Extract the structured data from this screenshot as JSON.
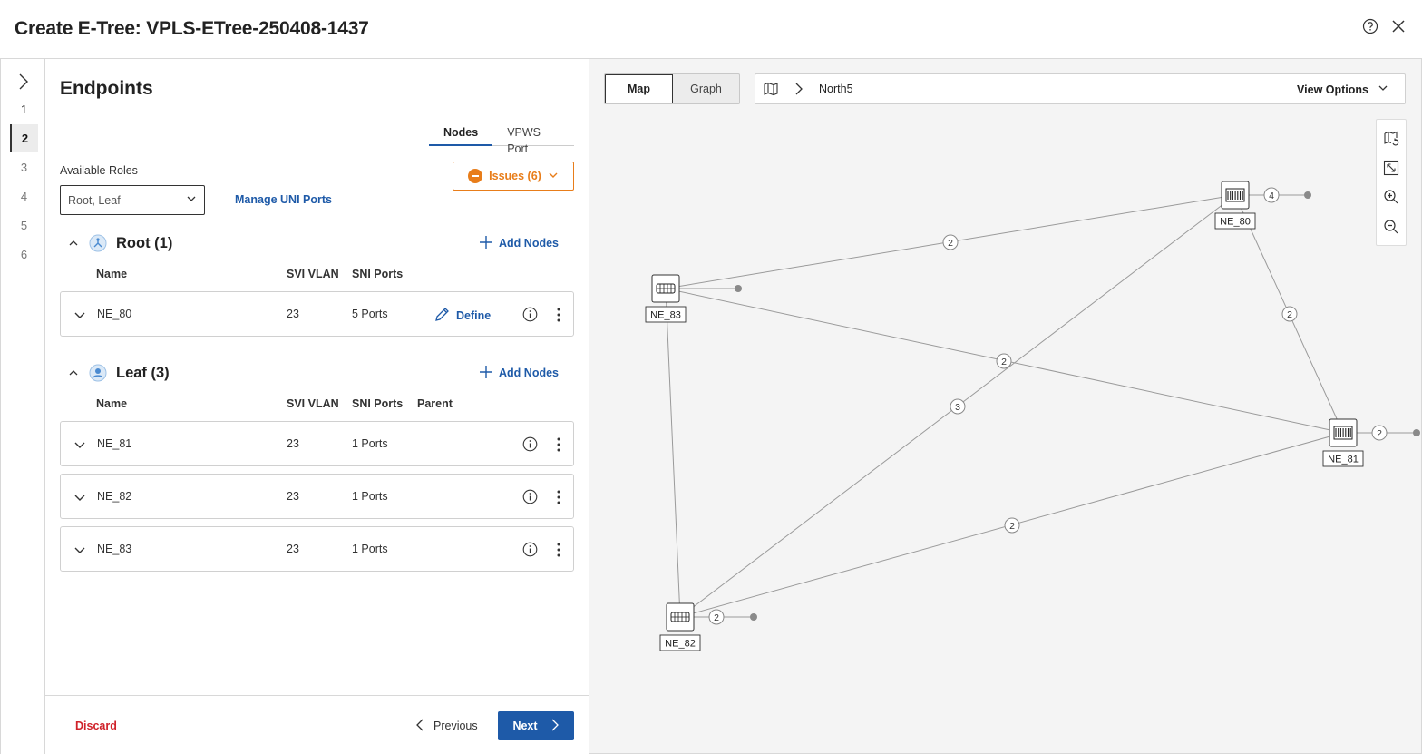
{
  "window": {
    "title": "Create E-Tree: VPLS-ETree-250408-1437"
  },
  "stepper": {
    "steps": [
      "1",
      "2",
      "3",
      "4",
      "5",
      "6"
    ],
    "active": "2"
  },
  "endpoints": {
    "heading": "Endpoints",
    "tabs": [
      {
        "label": "Nodes",
        "active": true
      },
      {
        "label": "VPWS Port",
        "active": false
      }
    ],
    "available_roles_label": "Available Roles",
    "available_roles_value": "Root, Leaf",
    "manage_uni_ports": "Manage UNI Ports",
    "issues_label": "Issues (6)",
    "root": {
      "title": "Root (1)",
      "add_nodes": "Add Nodes",
      "columns": {
        "name": "Name",
        "svi_vlan": "SVI VLAN",
        "sni_ports": "SNI Ports"
      },
      "rows": [
        {
          "name": "NE_80",
          "svi_vlan": "23",
          "sni_ports": "5 Ports",
          "define": "Define"
        }
      ]
    },
    "leaf": {
      "title": "Leaf (3)",
      "add_nodes": "Add Nodes",
      "columns": {
        "name": "Name",
        "svi_vlan": "SVI VLAN",
        "sni_ports": "SNI Ports",
        "parent": "Parent"
      },
      "rows": [
        {
          "name": "NE_81",
          "svi_vlan": "23",
          "sni_ports": "1 Ports"
        },
        {
          "name": "NE_82",
          "svi_vlan": "23",
          "sni_ports": "1 Ports"
        },
        {
          "name": "NE_83",
          "svi_vlan": "23",
          "sni_ports": "1 Ports"
        }
      ]
    }
  },
  "footer": {
    "discard": "Discard",
    "previous": "Previous",
    "next": "Next"
  },
  "map": {
    "view_toggle": [
      {
        "label": "Map",
        "active": true
      },
      {
        "label": "Graph",
        "active": false
      }
    ],
    "breadcrumb": "North5",
    "view_options": "View Options",
    "nodes": [
      {
        "id": "NE_80",
        "label": "NE_80",
        "kind": "chassis"
      },
      {
        "id": "NE_81",
        "label": "NE_81",
        "kind": "chassis"
      },
      {
        "id": "NE_82",
        "label": "NE_82",
        "kind": "compact"
      },
      {
        "id": "NE_83",
        "label": "NE_83",
        "kind": "compact"
      }
    ],
    "links": [
      {
        "from": "NE_83",
        "to": "NE_80",
        "count": "2"
      },
      {
        "from": "NE_83",
        "to": "NE_81",
        "count": "2"
      },
      {
        "from": "NE_80",
        "to": "NE_81",
        "count": "2"
      },
      {
        "from": "NE_82",
        "to": "NE_80",
        "count": "3"
      },
      {
        "from": "NE_82",
        "to": "NE_81",
        "count": "2"
      },
      {
        "from": "NE_83",
        "to": "NE_82",
        "count": ""
      }
    ],
    "stubs": [
      {
        "node": "NE_80",
        "count": "4"
      },
      {
        "node": "NE_81",
        "count": "2"
      },
      {
        "node": "NE_82",
        "count": "2"
      },
      {
        "node": "NE_83",
        "count": ""
      }
    ],
    "colors": {
      "line": "#9a9a9a",
      "accent": "#1e5aa8",
      "warning": "#e87d1a"
    }
  }
}
